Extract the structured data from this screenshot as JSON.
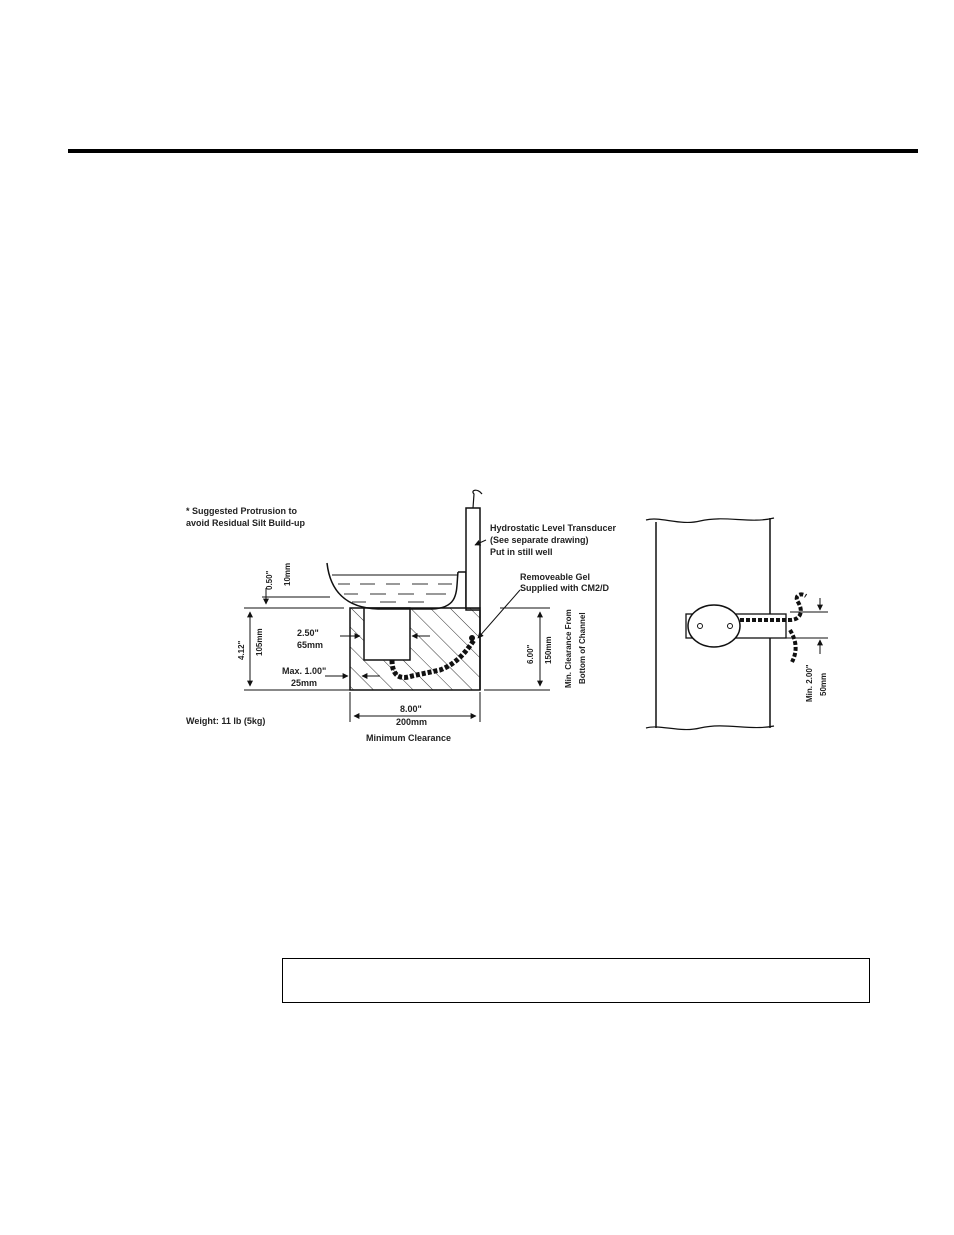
{
  "diagram": {
    "notes": {
      "protrusion_line1": "* Suggested Protrusion to",
      "protrusion_line2": "avoid Residual Silt Build-up",
      "weight": "Weight: 11 lb (5kg)"
    },
    "callouts": {
      "transducer_line1": "Hydrostatic Level Transducer",
      "transducer_line2": "(See separate drawing)",
      "transducer_line3": "Put in still well",
      "gel_line1": "Removeable Gel",
      "gel_line2": "Supplied with CM2/D"
    },
    "dimensions": {
      "protrusion_in": "0.50\"",
      "protrusion_mm": "10mm",
      "height_in": "4.12\"",
      "height_mm": "105mm",
      "sensor_in": "2.50\"",
      "sensor_mm": "65mm",
      "gap_in": "Max. 1.00\"",
      "gap_mm": "25mm",
      "width_in": "8.00\"",
      "width_mm": "200mm",
      "min_clearance": "Minimum Clearance",
      "depth_in": "6.00\"",
      "depth_mm": "150mm",
      "bottom_clear_line1": "Min. Clearance From",
      "bottom_clear_line2": "Bottom of Channel",
      "side_in": "Min. 2.00\"",
      "side_mm": "50mm"
    }
  }
}
